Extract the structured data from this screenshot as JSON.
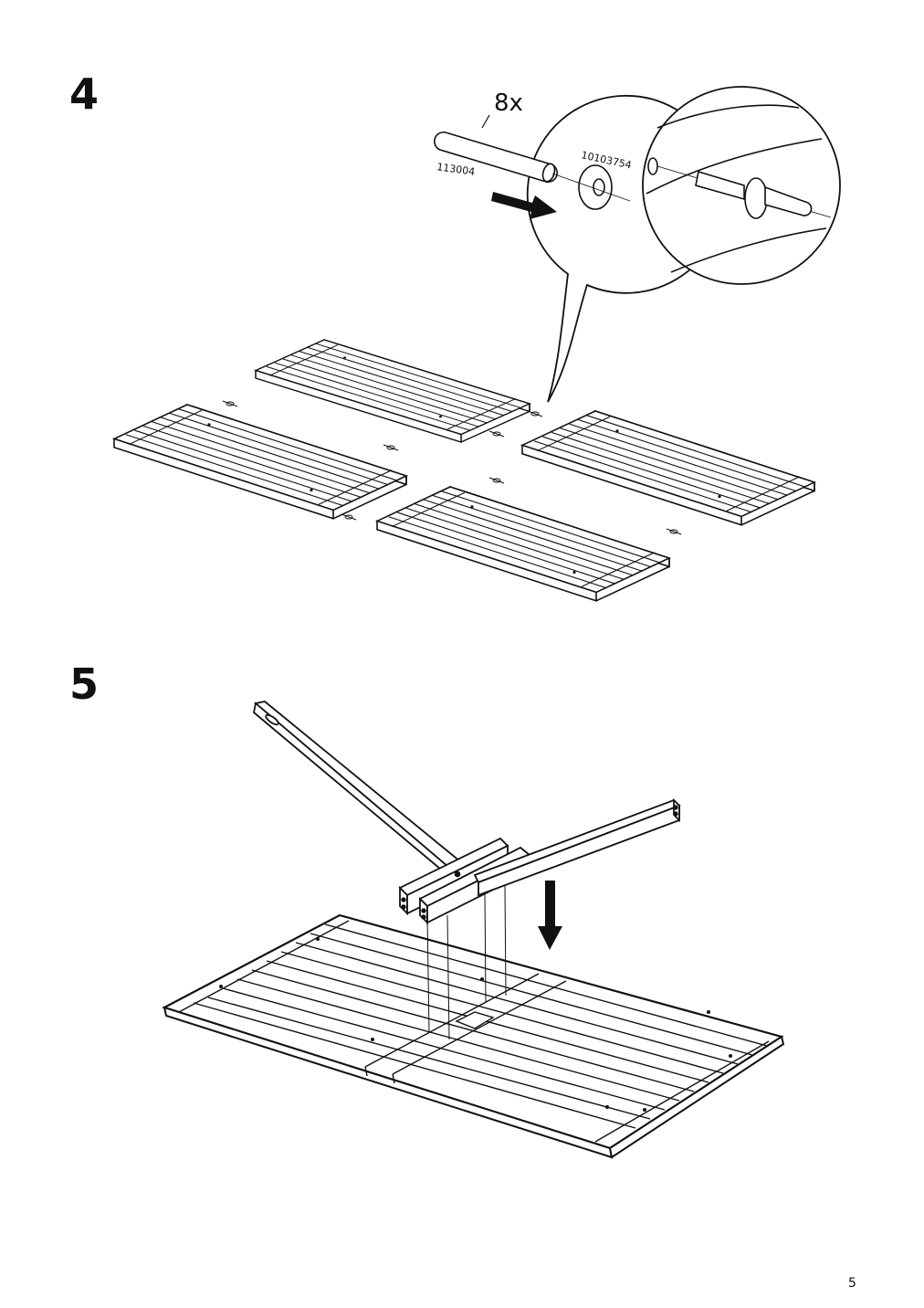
{
  "steps": [
    {
      "number": "4",
      "callout": {
        "quantity": "8x",
        "parts": [
          {
            "id": "113004",
            "icon": "dowel-icon"
          },
          {
            "id": "10103754",
            "icon": "washer-icon"
          }
        ]
      }
    },
    {
      "number": "5"
    }
  ],
  "page_number": "5"
}
